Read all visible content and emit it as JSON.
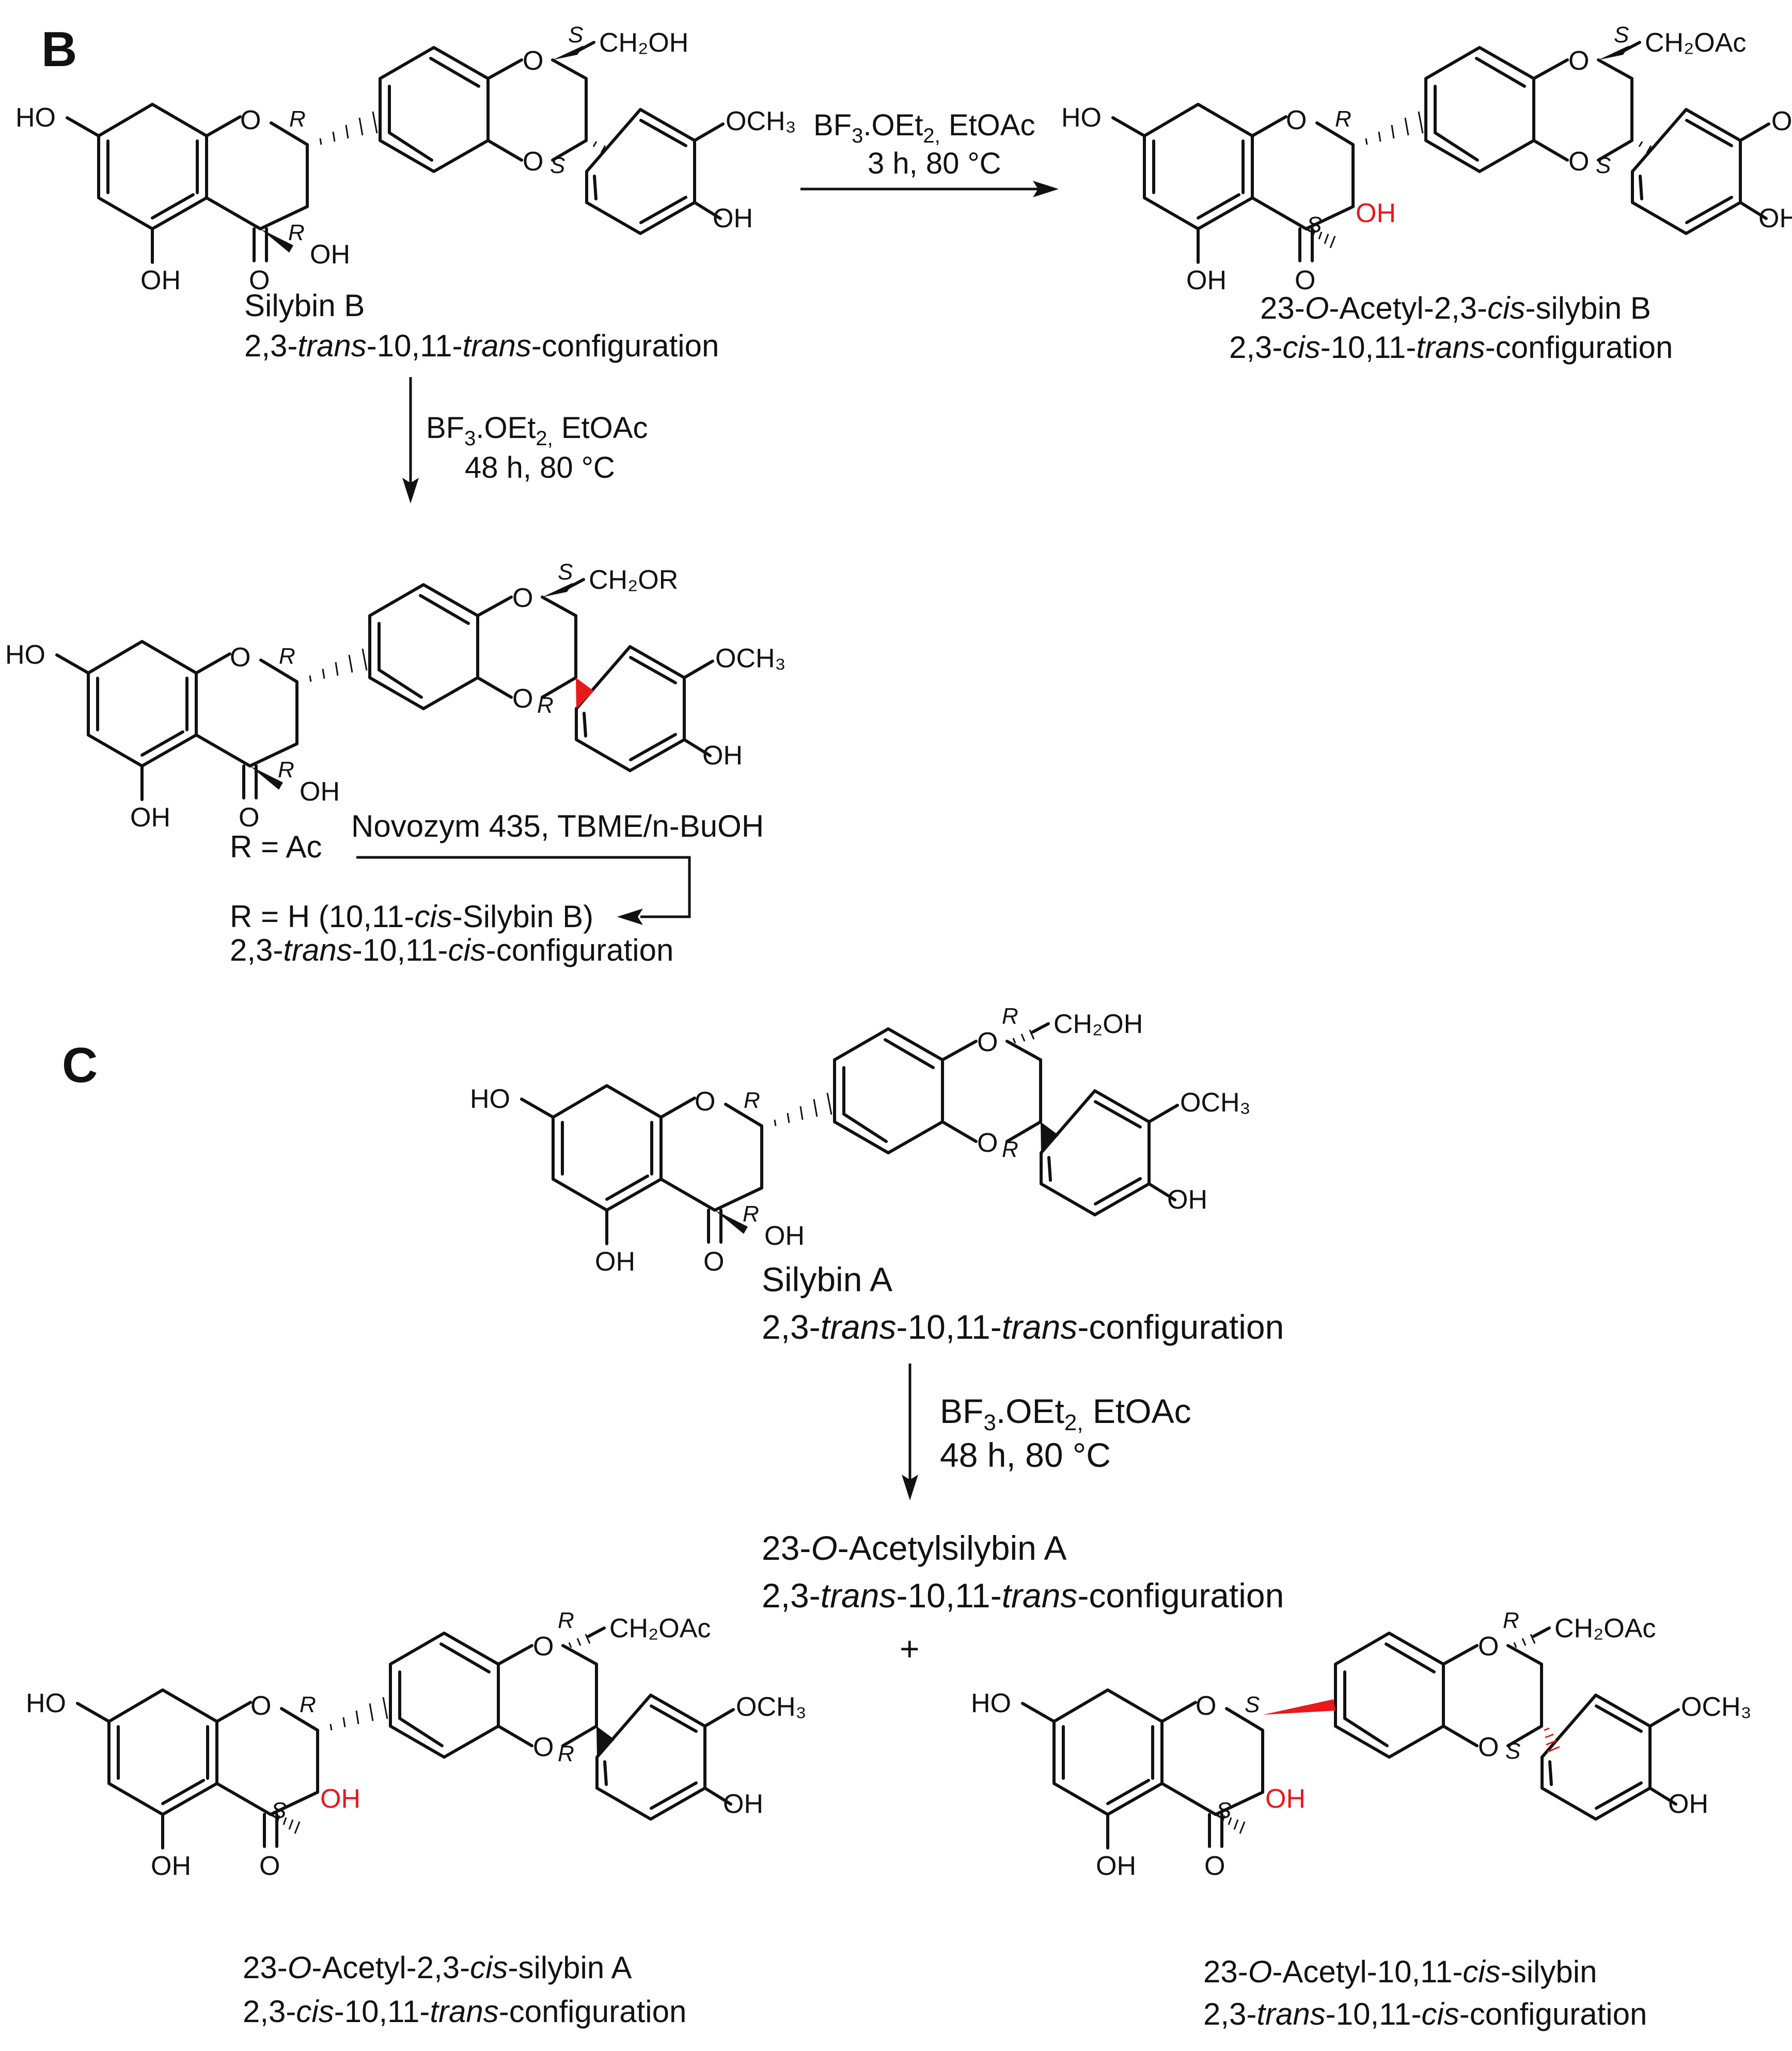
{
  "colors": {
    "ink": "#111111",
    "highlight": "#e8191c"
  },
  "panels": {
    "b": "B",
    "c": "C"
  },
  "atoms": {
    "ho": "HO",
    "oh": "OH",
    "o": "O",
    "ocar": "O",
    "ch2oh": "CH₂OH",
    "ch2oac": "CH₂OAc",
    "ch2or": "CH₂OR",
    "och3": "OCH₃"
  },
  "stereo": {
    "r": "R",
    "s": "S"
  },
  "compounds": {
    "silybin_b": {
      "name": "Silybin B",
      "config": [
        "2,3-",
        "trans",
        "-10,11-",
        "trans",
        "-configuration"
      ]
    },
    "acetyl_cis_silybin_b": {
      "name": [
        "23-",
        "O",
        "-Acetyl-2,3-",
        "cis",
        "-silybin B"
      ],
      "config": [
        "2,3-",
        "cis",
        "-10,11-",
        "trans",
        "-configuration"
      ]
    },
    "cis_silybin_b": {
      "r_ac": "R = Ac",
      "r_h": [
        "R = H (10,11-",
        "cis",
        "-Silybin B)"
      ],
      "config": [
        "2,3-",
        "trans",
        "-10,11-",
        "cis",
        "-configuration"
      ]
    },
    "silybin_a": {
      "name": "Silybin A",
      "config": [
        "2,3-",
        "trans",
        "-10,11-",
        "trans",
        "-configuration"
      ]
    },
    "acetylsilybin_a": {
      "name": [
        "23-",
        "O",
        "-Acetylsilybin A"
      ],
      "config": [
        "2,3-",
        "trans",
        "-10,11-",
        "trans",
        "-configuration"
      ]
    },
    "plus": "+",
    "acetyl_cis_silybin_a": {
      "name": [
        "23-",
        "O",
        "-Acetyl-2,3-",
        "cis",
        "-silybin A"
      ],
      "config": [
        "2,3-",
        "cis",
        "-10,11-",
        "trans",
        "-configuration"
      ]
    },
    "acetyl_1011_cis_silybin": {
      "name": [
        "23-",
        "O",
        "-Acetyl-10,11-",
        "cis",
        "-silybin"
      ],
      "config": [
        "2,3-",
        "trans",
        "-10,11-",
        "cis",
        "-configuration"
      ]
    }
  },
  "conditions": {
    "bf3_3h": {
      "reagent": [
        "BF",
        "3",
        ".OEt",
        "2,",
        " EtOAc"
      ],
      "time": "3 h, 80 °C"
    },
    "bf3_48h_b": {
      "reagent": [
        "BF",
        "3",
        ".OEt",
        "2,",
        " EtOAc"
      ],
      "time": "48 h, 80 °C"
    },
    "novozym": "Novozym 435, TBME/n-BuOH",
    "bf3_48h_c": {
      "reagent": [
        "BF",
        "3",
        ".OEt",
        "2,",
        " EtOAc"
      ],
      "time": "48 h, 80 °C"
    }
  }
}
